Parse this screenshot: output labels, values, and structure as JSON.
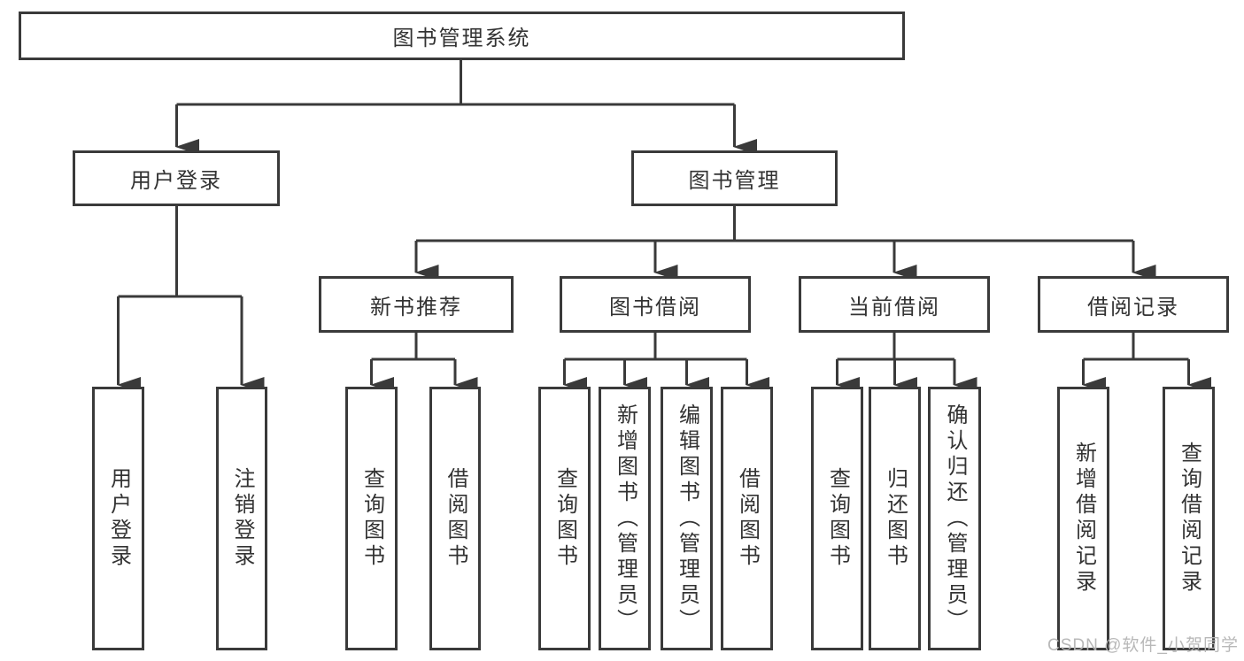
{
  "colors": {
    "line": "#3a3a3a",
    "box_border": "#3a3a3a",
    "text": "#333333",
    "watermark": "#b5b5b5",
    "background": "#ffffff"
  },
  "watermark": "CSDN @软件_小贺同学",
  "tree": {
    "label": "图书管理系统",
    "children": [
      {
        "label": "用户登录",
        "children": [
          {
            "label": "用户登录"
          },
          {
            "label": "注销登录"
          }
        ]
      },
      {
        "label": "图书管理",
        "children": [
          {
            "label": "新书推荐",
            "children": [
              {
                "label": "查询图书"
              },
              {
                "label": "借阅图书"
              }
            ]
          },
          {
            "label": "图书借阅",
            "children": [
              {
                "label": "查询图书"
              },
              {
                "label": "新增图书（管理员）"
              },
              {
                "label": "编辑图书（管理员）"
              },
              {
                "label": "借阅图书"
              }
            ]
          },
          {
            "label": "当前借阅",
            "children": [
              {
                "label": "查询图书"
              },
              {
                "label": "归还图书"
              },
              {
                "label": "确认归还（管理员）"
              }
            ]
          },
          {
            "label": "借阅记录",
            "children": [
              {
                "label": "新增借阅记录"
              },
              {
                "label": "查询借阅记录"
              }
            ]
          }
        ]
      }
    ]
  }
}
